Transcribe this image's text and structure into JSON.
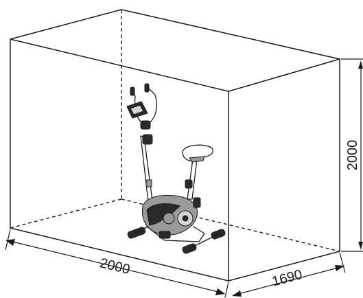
{
  "dimensions": {
    "width": "2000",
    "depth": "1690",
    "height": "2000"
  },
  "colors": {
    "line": "#1a1a1a",
    "background": "#ffffff"
  }
}
